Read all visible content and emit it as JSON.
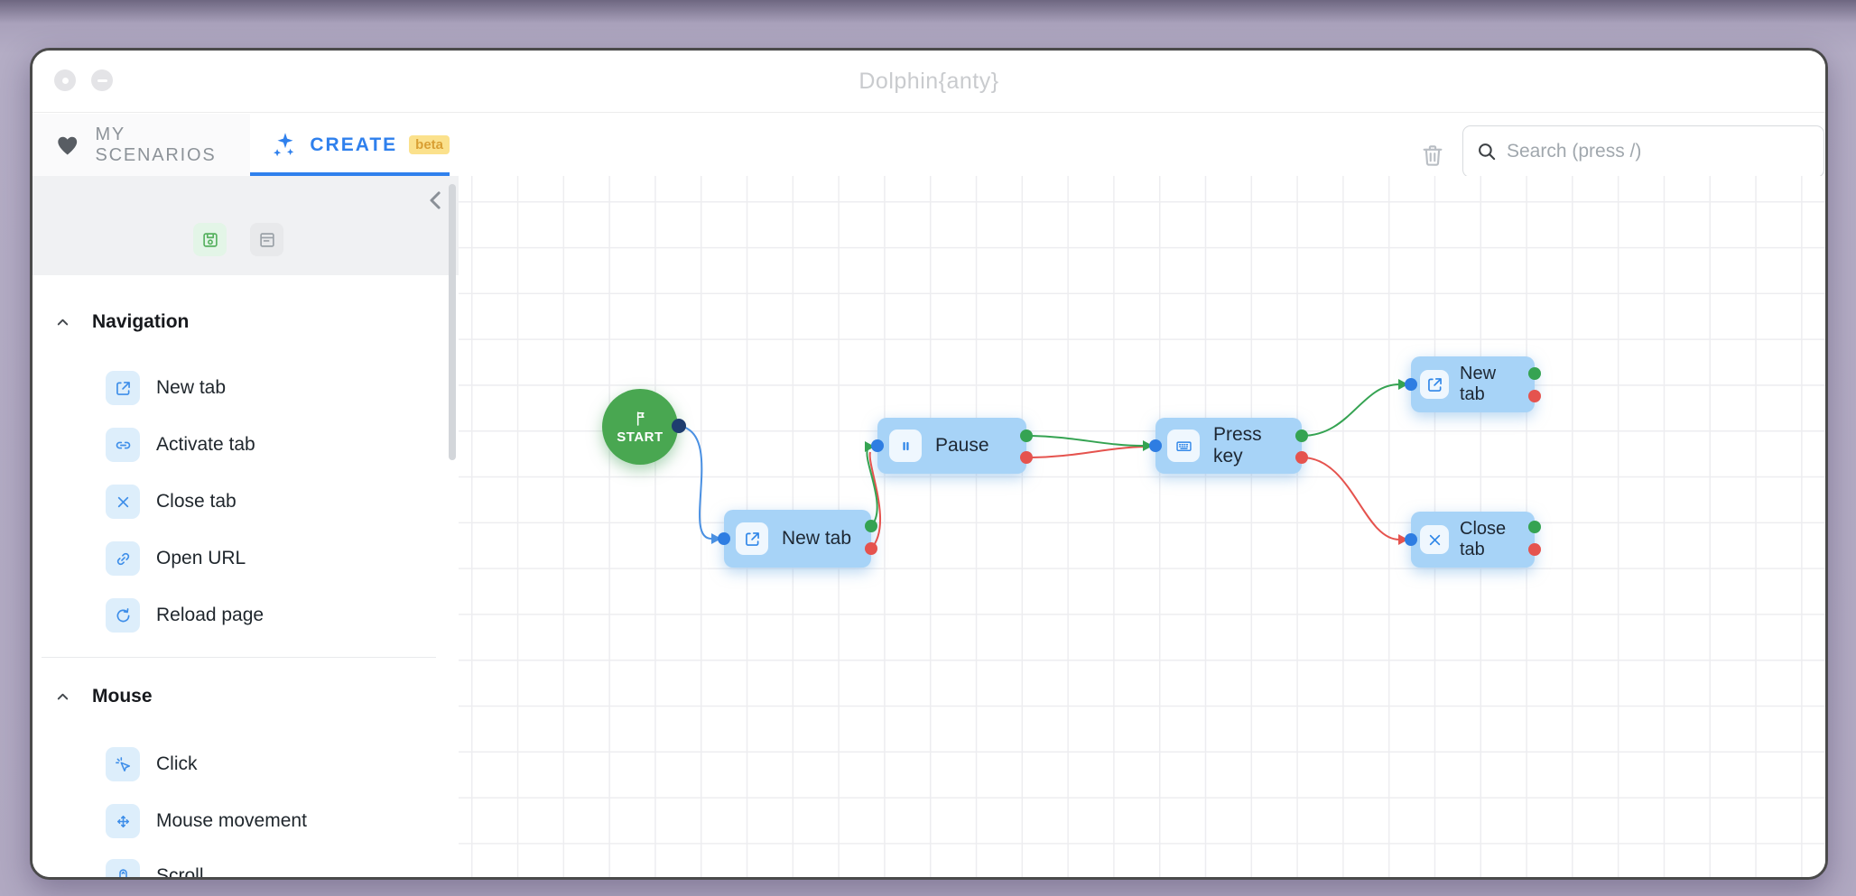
{
  "window": {
    "title": "Dolphin{anty}"
  },
  "tabs": {
    "my_scenarios": "MY SCENARIOS",
    "create": "CREATE",
    "create_badge": "beta"
  },
  "toolbar": {
    "search_placeholder": "Search (press /)"
  },
  "sidebar": {
    "header_icons": [
      "save-icon",
      "form-icon"
    ],
    "sections": [
      {
        "label": "Navigation",
        "items": [
          {
            "label": "New tab",
            "icon": "new-tab-icon"
          },
          {
            "label": "Activate tab",
            "icon": "link-chain-icon"
          },
          {
            "label": "Close tab",
            "icon": "close-x-icon"
          },
          {
            "label": "Open URL",
            "icon": "url-link-icon"
          },
          {
            "label": "Reload page",
            "icon": "reload-icon"
          }
        ]
      },
      {
        "label": "Mouse",
        "items": [
          {
            "label": "Click",
            "icon": "cursor-click-icon"
          },
          {
            "label": "Mouse movement",
            "icon": "move-arrows-icon"
          },
          {
            "label": "Scroll",
            "icon": "scroll-mouse-icon"
          }
        ]
      }
    ]
  },
  "canvas": {
    "start": {
      "label": "START"
    },
    "nodes": [
      {
        "id": "new-tab-1",
        "label": "New tab",
        "icon": "new-tab-icon"
      },
      {
        "id": "pause",
        "label": "Pause",
        "icon": "pause-icon"
      },
      {
        "id": "press-key",
        "label": "Press key",
        "icon": "keyboard-icon"
      },
      {
        "id": "new-tab-2",
        "label": "New tab",
        "icon": "new-tab-icon"
      },
      {
        "id": "close-tab",
        "label": "Close tab",
        "icon": "close-x-icon"
      }
    ],
    "edges": [
      {
        "from": "start",
        "to": "new-tab-1",
        "color": "#4a90e2"
      },
      {
        "from": "new-tab-1.success",
        "to": "pause",
        "color": "#35a352"
      },
      {
        "from": "new-tab-1.error",
        "to": "pause",
        "color": "#e5534e"
      },
      {
        "from": "pause.success",
        "to": "press-key",
        "color": "#35a352"
      },
      {
        "from": "pause.error",
        "to": "press-key",
        "color": "#e5534e"
      },
      {
        "from": "press-key.success",
        "to": "new-tab-2",
        "color": "#35a352"
      },
      {
        "from": "press-key.error",
        "to": "close-tab",
        "color": "#e5534e"
      }
    ]
  },
  "colors": {
    "accent_blue": "#2f80ed",
    "node_fill": "#a7d3f7",
    "start_green": "#49a751",
    "port_input": "#2e7de2",
    "port_success": "#35a352",
    "port_error": "#e5534e",
    "start_port": "#1e3d6f",
    "beta_bg": "#fbe18c"
  }
}
